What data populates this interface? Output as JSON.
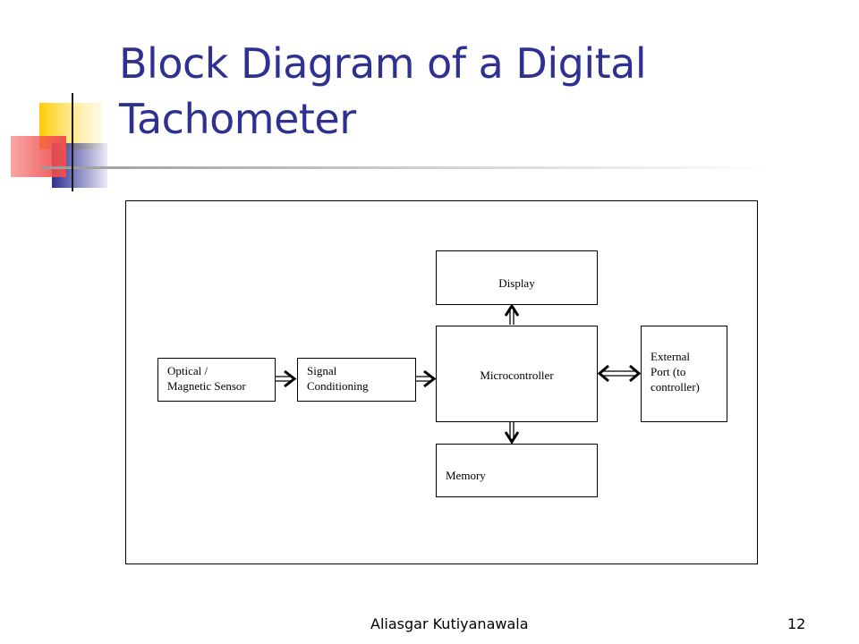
{
  "slide": {
    "title": "Block Diagram of a Digital Tachometer",
    "author": "Aliasgar Kutiyanawala",
    "page_number": "12"
  },
  "diagram": {
    "blocks": {
      "sensor": {
        "line1": "Optical /",
        "line2": "Magnetic Sensor"
      },
      "conditioning": {
        "line1": "Signal",
        "line2": "Conditioning"
      },
      "microcontroller": {
        "label": "Microcontroller"
      },
      "display": {
        "label": "Display"
      },
      "memory": {
        "label": "Memory"
      },
      "external_port": {
        "line1": "External",
        "line2": "Port (to",
        "line3": "controller)"
      }
    },
    "connections": [
      {
        "from": "sensor",
        "to": "conditioning",
        "direction": "one-way"
      },
      {
        "from": "conditioning",
        "to": "microcontroller",
        "direction": "one-way"
      },
      {
        "from": "microcontroller",
        "to": "display",
        "direction": "one-way"
      },
      {
        "from": "microcontroller",
        "to": "memory",
        "direction": "one-way"
      },
      {
        "from": "microcontroller",
        "to": "external_port",
        "direction": "two-way"
      }
    ]
  },
  "colors": {
    "title": "#2e3192",
    "accent_yellow": "#ffcc00",
    "accent_red": "#f04e4e",
    "accent_blue": "#2e3192"
  }
}
